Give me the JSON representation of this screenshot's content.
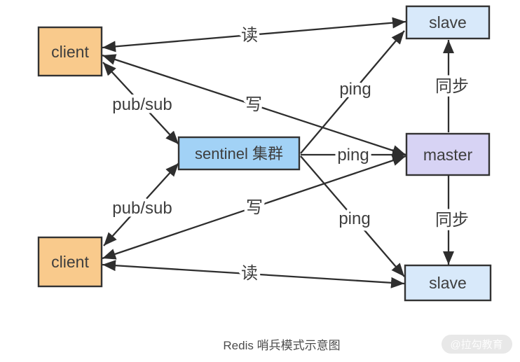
{
  "title": "Redis 哨兵模式示意图",
  "watermark": "@拉勾教育",
  "colors": {
    "client_fill": "#F9CA8C",
    "sentinel_fill": "#A2D2F6",
    "master_fill": "#D7D3F4",
    "slave_fill": "#D8E9FA",
    "box_border": "#333333",
    "arrow": "#2e2e2e",
    "label_text": "#3e3e3e",
    "caption_text": "#4c4c4c",
    "watermark_bg": "#e8e8e8",
    "watermark_text": "#fdfdfd"
  },
  "nodes": {
    "client_top": {
      "label": "client"
    },
    "client_bottom": {
      "label": "client"
    },
    "sentinel": {
      "label": "sentinel 集群"
    },
    "master": {
      "label": "master"
    },
    "slave_top": {
      "label": "slave"
    },
    "slave_bottom": {
      "label": "slave"
    }
  },
  "edges": {
    "read_top": {
      "label": "读"
    },
    "write_top": {
      "label": "写"
    },
    "pubsub_top": {
      "label": "pub/sub"
    },
    "pubsub_bottom": {
      "label": "pub/sub"
    },
    "write_bottom": {
      "label": "写"
    },
    "read_bottom": {
      "label": "读"
    },
    "ping_slave_top": {
      "label": "ping"
    },
    "ping_master": {
      "label": "ping"
    },
    "ping_slave_bottom": {
      "label": "ping"
    },
    "sync_top": {
      "label": "同步"
    },
    "sync_bottom": {
      "label": "同步"
    }
  }
}
